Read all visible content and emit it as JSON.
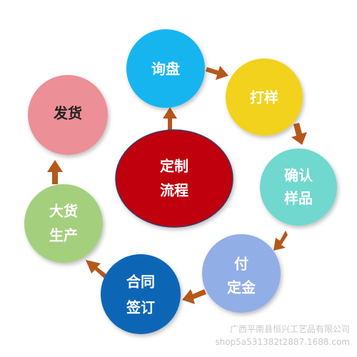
{
  "nodes": {
    "center": {
      "lines": [
        "定制",
        "流程"
      ],
      "color": "#c0000e"
    },
    "inquiry": {
      "lines": [
        "询盘"
      ],
      "color": "#16b5f0"
    },
    "sample": {
      "lines": [
        "打样"
      ],
      "color": "#f2d21a"
    },
    "confirm": {
      "lines": [
        "确认",
        "样品"
      ],
      "color": "#6fd8cf"
    },
    "deposit": {
      "lines": [
        "付",
        "定金"
      ],
      "color": "#92aee6"
    },
    "contract": {
      "lines": [
        "合同",
        "签订"
      ],
      "color": "#0f66b5"
    },
    "production": {
      "lines": [
        "大货",
        "生产"
      ],
      "color": "#a4d07e"
    },
    "shipping": {
      "lines": [
        "发货"
      ],
      "color": "#ec8f97"
    }
  },
  "arrow_color": "#b5581c",
  "watermark": {
    "line1": "广西平南县恒兴工艺品有限公司",
    "line2": "shop5a531382t2887.1688.com"
  }
}
